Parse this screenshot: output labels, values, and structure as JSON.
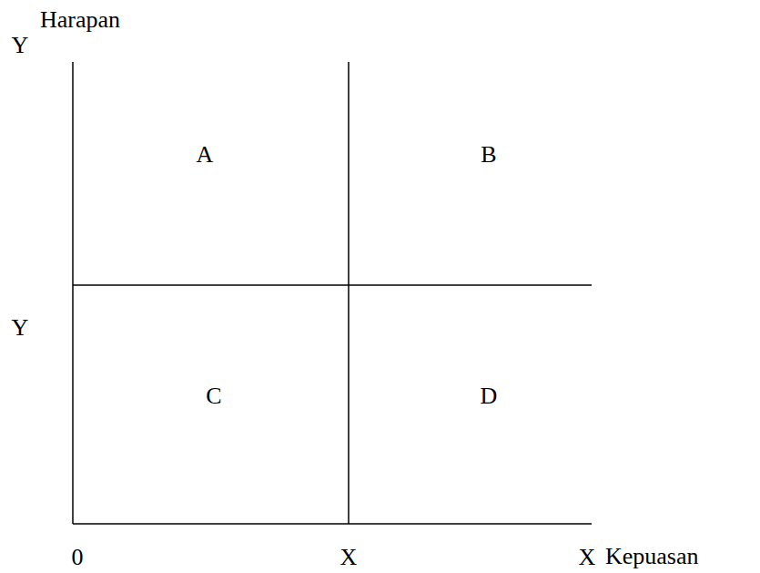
{
  "diagram": {
    "labels": [
      "Harapan",
      "Y",
      "A",
      "B",
      "Y",
      "C",
      "D",
      "Kepuasan",
      "0",
      "X",
      "X"
    ]
  }
}
